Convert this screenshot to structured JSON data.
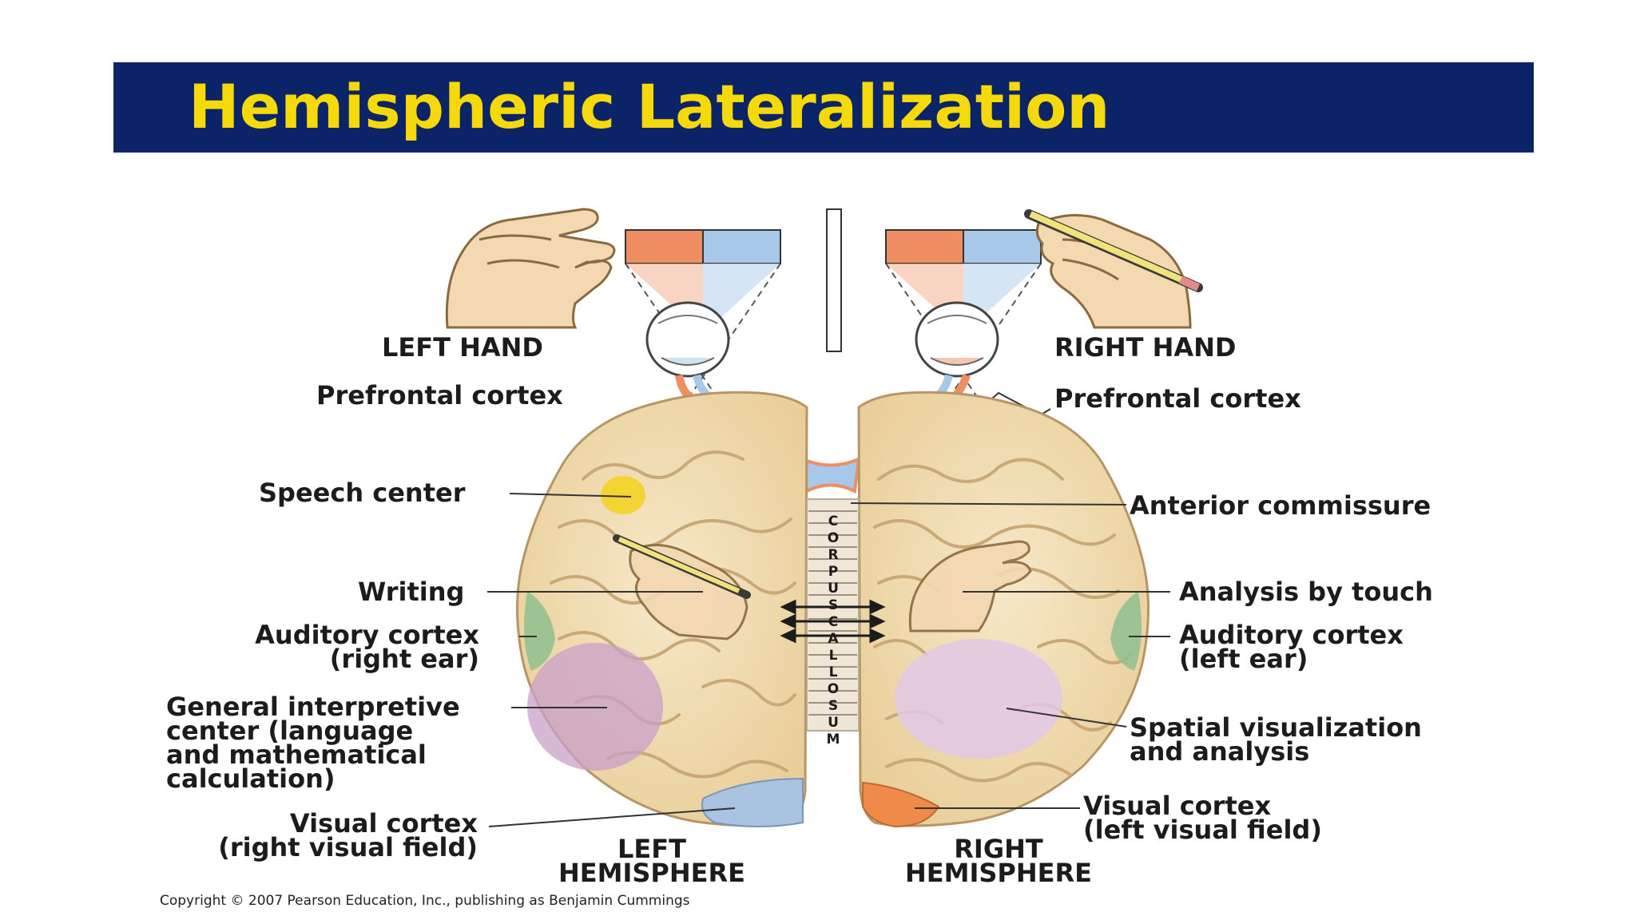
{
  "slide": {
    "title": "Hemispheric Lateralization",
    "copyright": "Copyright © 2007 Pearson Education, Inc., publishing as Benjamin Cummings"
  },
  "labels": {
    "left_hand": "LEFT HAND",
    "right_hand": "RIGHT HAND",
    "prefrontal_left": "Prefrontal cortex",
    "prefrontal_right": "Prefrontal cortex",
    "speech_center": "Speech center",
    "anterior_commissure": "Anterior commissure",
    "writing": "Writing",
    "analysis_by_touch": "Analysis by touch",
    "auditory_left_1": "Auditory cortex",
    "auditory_left_2": "(right ear)",
    "auditory_right_1": "Auditory cortex",
    "auditory_right_2": "(left ear)",
    "general_1": "General interpretive",
    "general_2": "center (language",
    "general_3": "and mathematical",
    "general_4": "calculation)",
    "spatial_1": "Spatial visualization",
    "spatial_2": "and analysis",
    "visual_left_1": "Visual cortex",
    "visual_left_2": "(right visual field)",
    "visual_right_1": "Visual cortex",
    "visual_right_2": "(left visual field)",
    "left_hemi_1": "LEFT",
    "left_hemi_2": "HEMISPHERE",
    "right_hemi_1": "RIGHT",
    "right_hemi_2": "HEMISPHERE",
    "corpus_callosum_letters": [
      "C",
      "O",
      "R",
      "P",
      "U",
      "S",
      "C",
      "A",
      "L",
      "L",
      "O",
      "S",
      "U",
      "M"
    ]
  },
  "colors": {
    "title_bar": "#0b2468",
    "title_text": "#f5d90a",
    "brain": "#f1dcb0",
    "brain_fold": "#c9a978",
    "speech": "#f3d21c",
    "auditory": "#8fbf8f",
    "interpretive": "#c9a0c9",
    "spatial": "#e2c8e6",
    "visual_left": "#a9c3e0",
    "visual_right": "#f08a4b",
    "field_orange": "#ef8d63",
    "field_blue": "#a8c8ea"
  }
}
